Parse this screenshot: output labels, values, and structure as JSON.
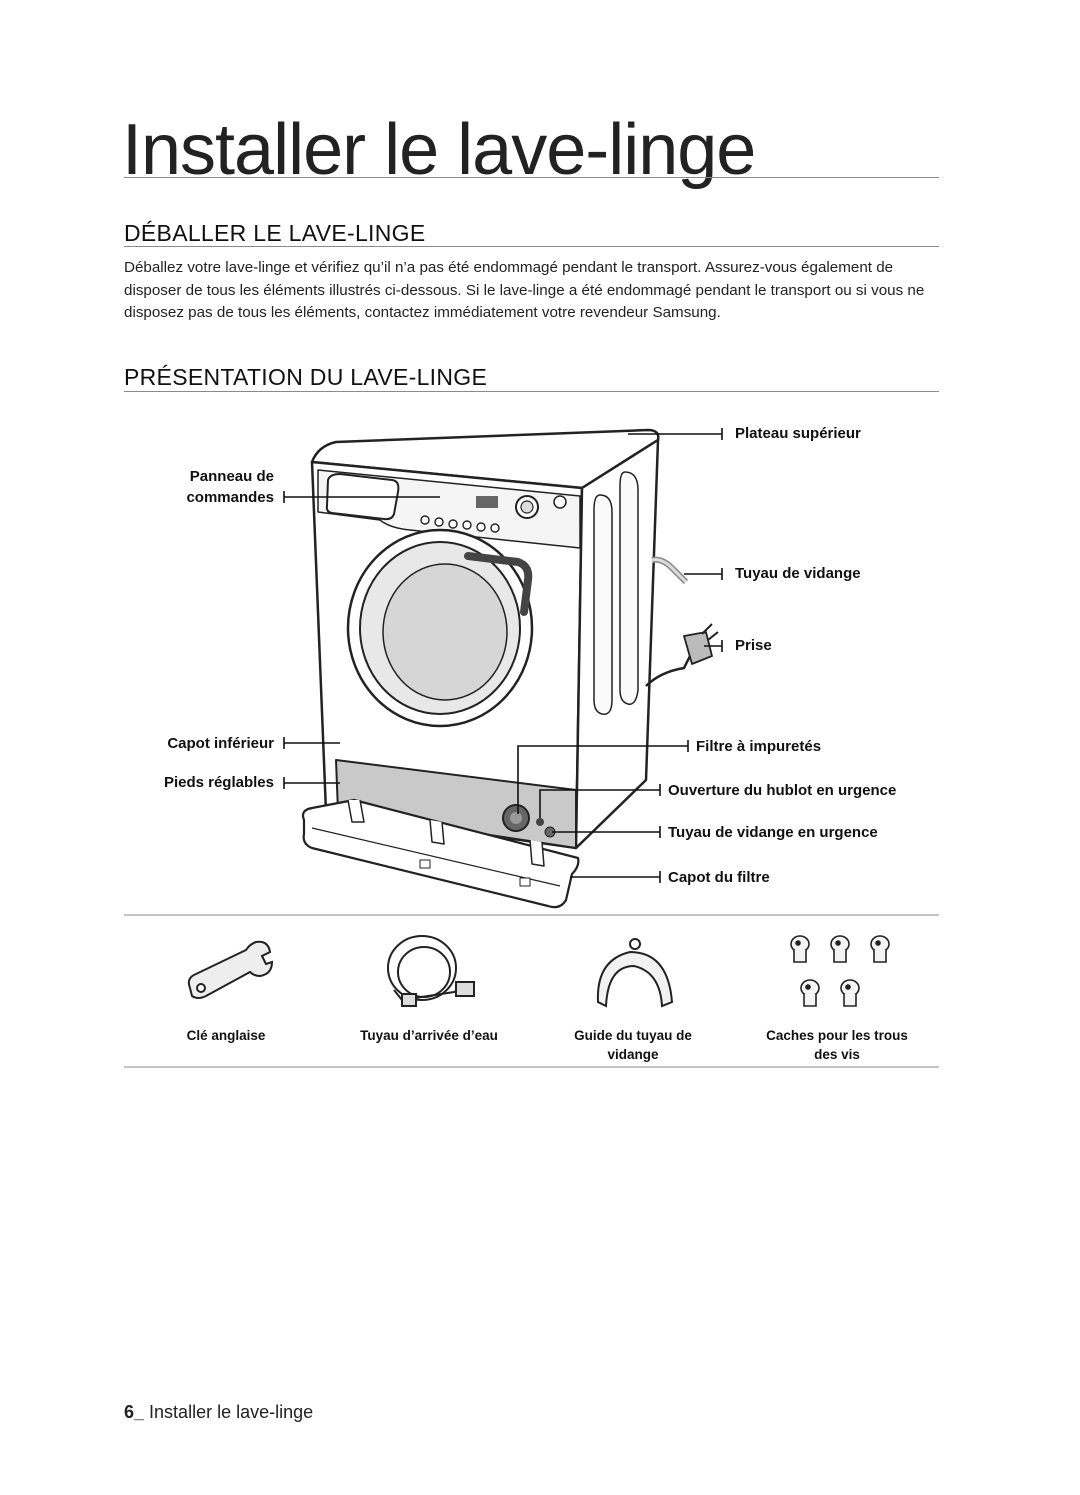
{
  "page": {
    "title": "Installer le lave-linge"
  },
  "sections": [
    {
      "heading": "DÉBALLER LE LAVE-LINGE",
      "paragraph": "Déballez votre lave-linge et vérifiez qu’il n’a pas été endommagé pendant le transport. Assurez-vous également de disposer de tous les éléments illustrés ci-dessous. Si le lave-linge a été endommagé pendant le transport ou si vous ne disposez pas de tous les éléments, contactez immédiatement votre revendeur Samsung."
    },
    {
      "heading": "PRÉSENTATION DU LAVE-LINGE"
    }
  ],
  "diagram": {
    "labels": {
      "top_cover": "Plateau supérieur",
      "control_panel_line1": "Panneau de",
      "control_panel_line2": "commandes",
      "drain_hose": "Tuyau de vidange",
      "plug": "Prise",
      "bottom_cover": "Capot inférieur",
      "adjustable_feet": "Pieds réglables",
      "debris_filter": "Filtre à impuretés",
      "emergency_door_release": "Ouverture du hublot en urgence",
      "emergency_drain_tube": "Tuyau de vidange en urgence",
      "filter_cover": "Capot du filtre"
    }
  },
  "accessories": [
    {
      "icon": "spanner-icon",
      "label": "Clé anglaise"
    },
    {
      "icon": "water-supply-hose-icon",
      "label": "Tuyau d’arrivée d’eau"
    },
    {
      "icon": "hose-guide-icon",
      "label_line1": "Guide du tuyau de",
      "label_line2": "vidange"
    },
    {
      "icon": "bolt-hole-caps-icon",
      "label_line1": "Caches pour les trous",
      "label_line2": "des vis"
    }
  ],
  "footer": {
    "page_number": "6_",
    "text": "Installer le lave-linge"
  }
}
